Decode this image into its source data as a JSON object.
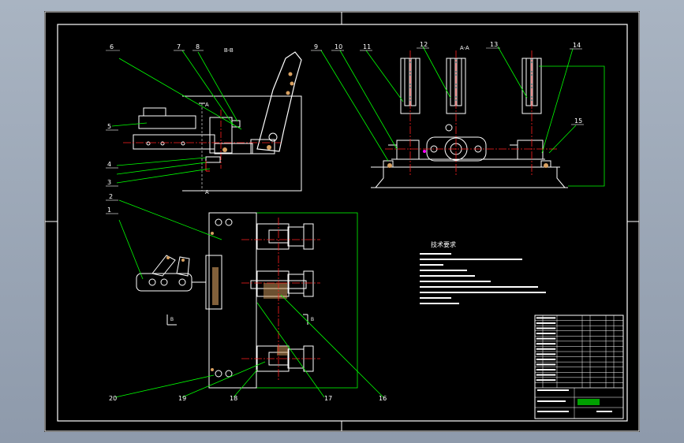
{
  "balloons": [
    "1",
    "2",
    "3",
    "4",
    "5",
    "6",
    "7",
    "8",
    "9",
    "10",
    "11",
    "12",
    "13",
    "14",
    "15",
    "16",
    "17",
    "18",
    "19",
    "20"
  ],
  "view_labels": [
    "A-A",
    "B-B",
    "A",
    "B"
  ],
  "notes": {
    "heading": "技术要求",
    "lines": [
      "",
      "",
      "",
      "",
      "",
      "",
      "",
      "",
      "",
      "",
      ""
    ]
  },
  "title_block": {
    "rows": 14,
    "drawing_title": "",
    "sheet_label": ""
  },
  "colors": {
    "sheet": "#000000",
    "frame": "#ffffff",
    "geometry": "#ffffff",
    "leaders": "#00ff00",
    "centerlines": "#ff2020",
    "parts": "#d8a060",
    "hidden": "#ff00ff"
  }
}
